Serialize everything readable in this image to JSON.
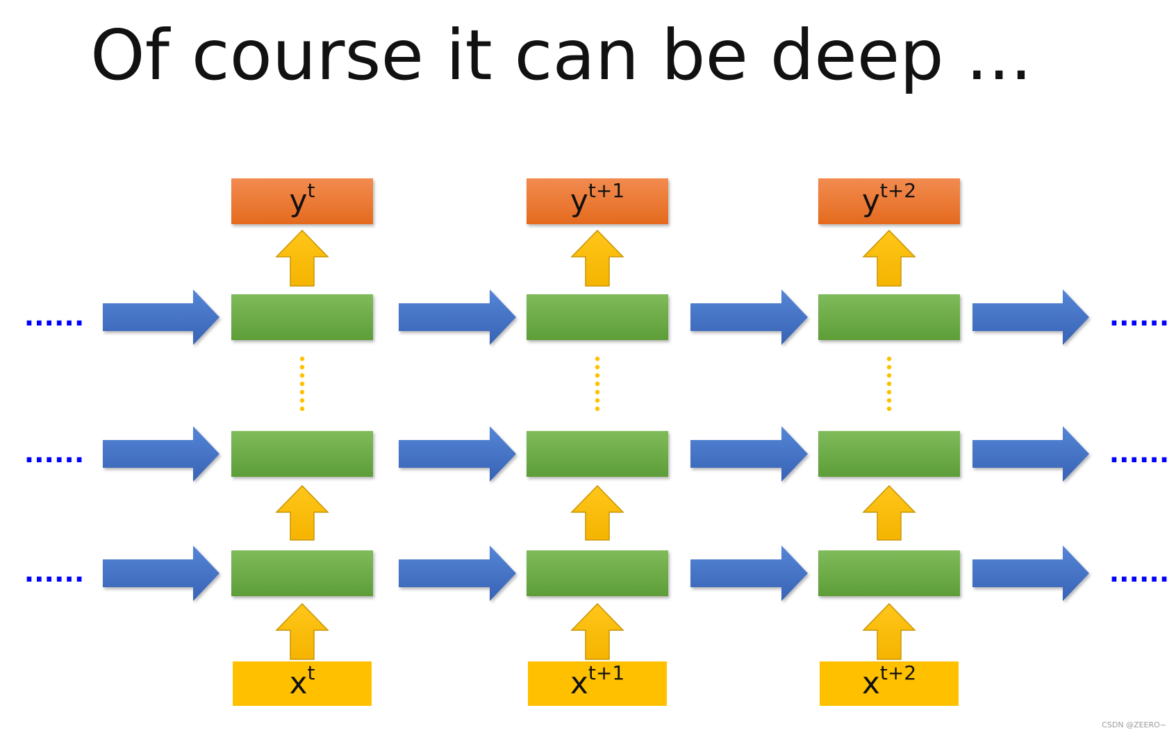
{
  "title": "Of course it can be deep ...",
  "watermark": "CSDN @ZEERO~",
  "ellipsis": "......",
  "outputs": [
    {
      "base": "y",
      "sup": "t"
    },
    {
      "base": "y",
      "sup": "t+1"
    },
    {
      "base": "y",
      "sup": "t+2"
    }
  ],
  "inputs": [
    {
      "base": "x",
      "sup": "t"
    },
    {
      "base": "x",
      "sup": "t+1"
    },
    {
      "base": "x",
      "sup": "t+2"
    }
  ],
  "colors": {
    "output_box": "#ed7d31",
    "hidden_box": "#70ad47",
    "input_box": "#ffc000",
    "up_arrow": "#ffc000",
    "right_arrow": "#4472c4",
    "ellipsis_dots": "#0000ff",
    "vertical_dots": "#ffc000",
    "title_text": "#111111"
  }
}
